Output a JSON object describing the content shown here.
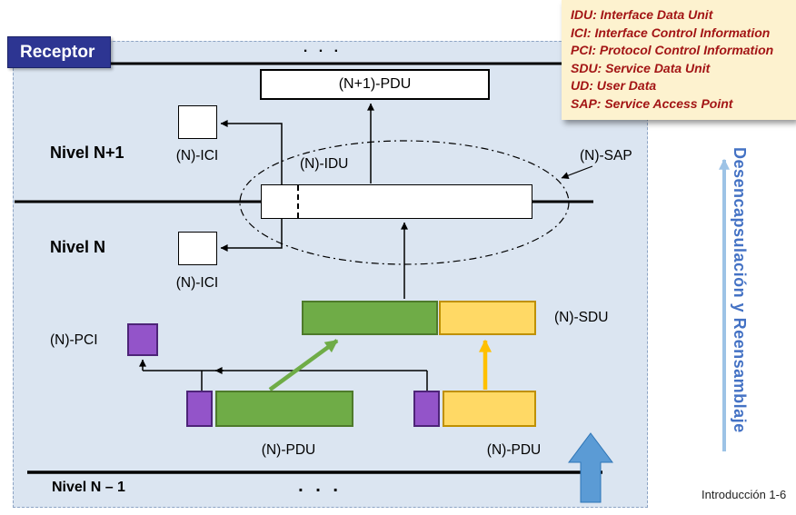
{
  "slide": {
    "receptor_label": "Receptor",
    "footer": "Introducción 1-6",
    "side_caption": "Desencapsulación y Reensamblaje"
  },
  "legend": {
    "lines": [
      "IDU: Interface Data Unit",
      "ICI: Interface Control Information",
      "PCI: Protocol Control Information",
      "SDU: Service Data Unit",
      "UD: User Data",
      "SAP: Service Access Point"
    ]
  },
  "diagram": {
    "ellipsis": ". . .",
    "n1_pdu": "(N+1)-PDU",
    "nivel_n_plus_1": "Nivel N+1",
    "nivel_n": "Nivel N",
    "nivel_n_minus_1": "Nivel N – 1",
    "n_ici": "(N)-ICI",
    "n_idu": "(N)-IDU",
    "n_sap": "(N)-SAP",
    "n_sdu": "(N)-SDU",
    "n_pci": "(N)-PCI",
    "n_pdu": "(N)-PDU"
  },
  "colors": {
    "panel_bg": "#dbe5f1",
    "panel_border": "#8da4c4",
    "navy": "#2d3592",
    "legend_bg": "#fdf2cf",
    "legend_text": "#a31515",
    "green": "#6fac47",
    "green_border": "#4e7a2b",
    "yellow": "#ffd965",
    "yellow_border": "#bf9000",
    "orange_arrow": "#ffc000",
    "purple": "#9354c9",
    "purple_border": "#4d2478",
    "blue_arrow": "#5b9bd5",
    "blue_arrow_border": "#2e75b6",
    "light_blue": "#9dc3e6",
    "caption_blue": "#4472c4"
  }
}
